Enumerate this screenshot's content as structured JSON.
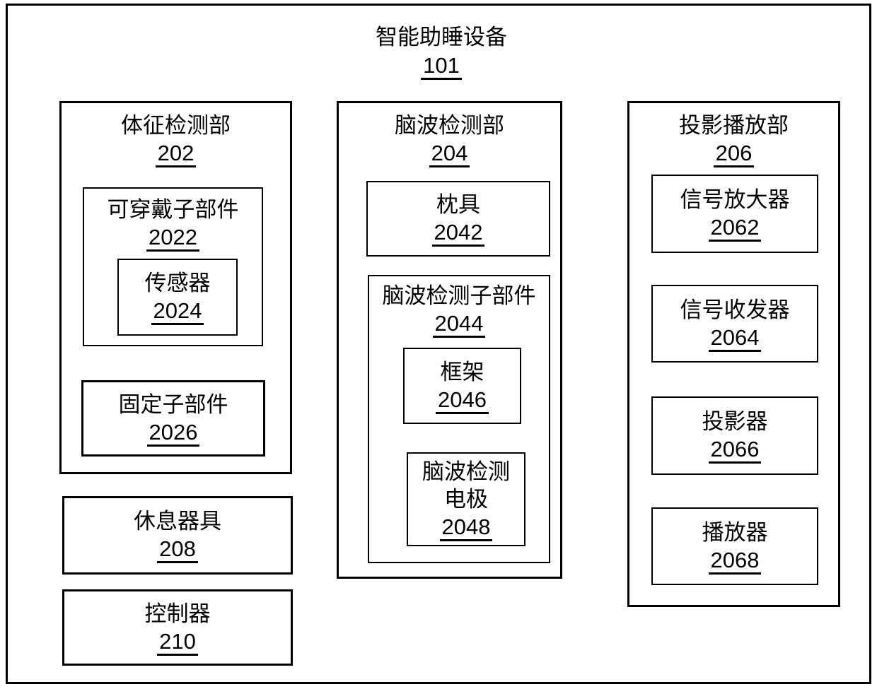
{
  "colors": {
    "ink": "#000000",
    "paper": "#ffffff"
  },
  "nodes": {
    "device": {
      "label": "智能助睡设备",
      "ref": "101"
    },
    "vital": {
      "label": "体征检测部",
      "ref": "202"
    },
    "wearable": {
      "label": "可穿戴子部件",
      "ref": "2022"
    },
    "sensor": {
      "label": "传感器",
      "ref": "2024"
    },
    "fixing": {
      "label": "固定子部件",
      "ref": "2026"
    },
    "rest": {
      "label": "休息器具",
      "ref": "208"
    },
    "controller": {
      "label": "控制器",
      "ref": "210"
    },
    "brainwave": {
      "label": "脑波检测部",
      "ref": "204"
    },
    "pillow": {
      "label": "枕具",
      "ref": "2042"
    },
    "bw_sub": {
      "label": "脑波检测子部件",
      "ref": "2044"
    },
    "frame_node": {
      "label": "框架",
      "ref": "2046"
    },
    "electrode": {
      "lines": [
        "脑波检测",
        "电极"
      ],
      "ref": "2048"
    },
    "projection": {
      "label": "投影播放部",
      "ref": "206"
    },
    "amplifier": {
      "label": "信号放大器",
      "ref": "2062"
    },
    "transceiver": {
      "label": "信号收发器",
      "ref": "2064"
    },
    "projector": {
      "label": "投影器",
      "ref": "2066"
    },
    "player": {
      "label": "播放器",
      "ref": "2068"
    }
  }
}
